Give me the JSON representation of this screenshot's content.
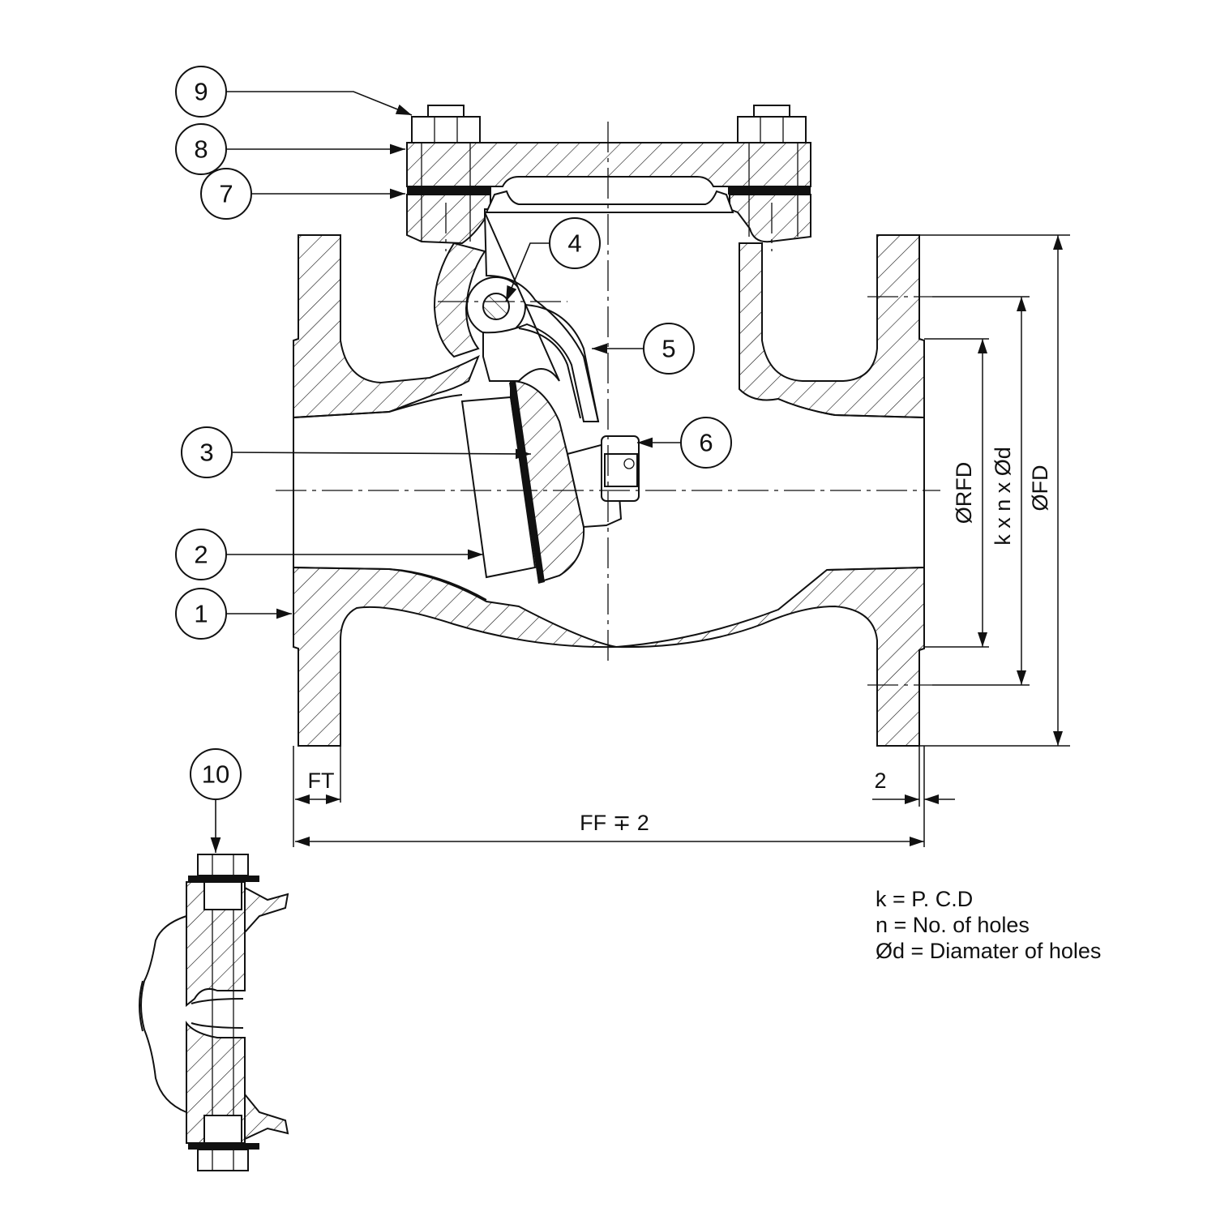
{
  "callouts": [
    {
      "id": "9",
      "label": "9"
    },
    {
      "id": "8",
      "label": "8"
    },
    {
      "id": "7",
      "label": "7"
    },
    {
      "id": "4",
      "label": "4"
    },
    {
      "id": "5",
      "label": "5"
    },
    {
      "id": "6",
      "label": "6"
    },
    {
      "id": "3",
      "label": "3"
    },
    {
      "id": "2",
      "label": "2"
    },
    {
      "id": "1",
      "label": "1"
    },
    {
      "id": "10",
      "label": "10"
    }
  ],
  "dimensions": {
    "raised_face_dia": "ØRFD",
    "bolt_circle": "k x n x Ød",
    "flange_dia": "ØFD",
    "flange_thickness": "FT",
    "raised_face_height": "2",
    "face_to_face": "FF ∓ 2"
  },
  "legend": [
    "k = P. C.D",
    "n = No. of holes",
    "Ød = Diamater of holes"
  ]
}
